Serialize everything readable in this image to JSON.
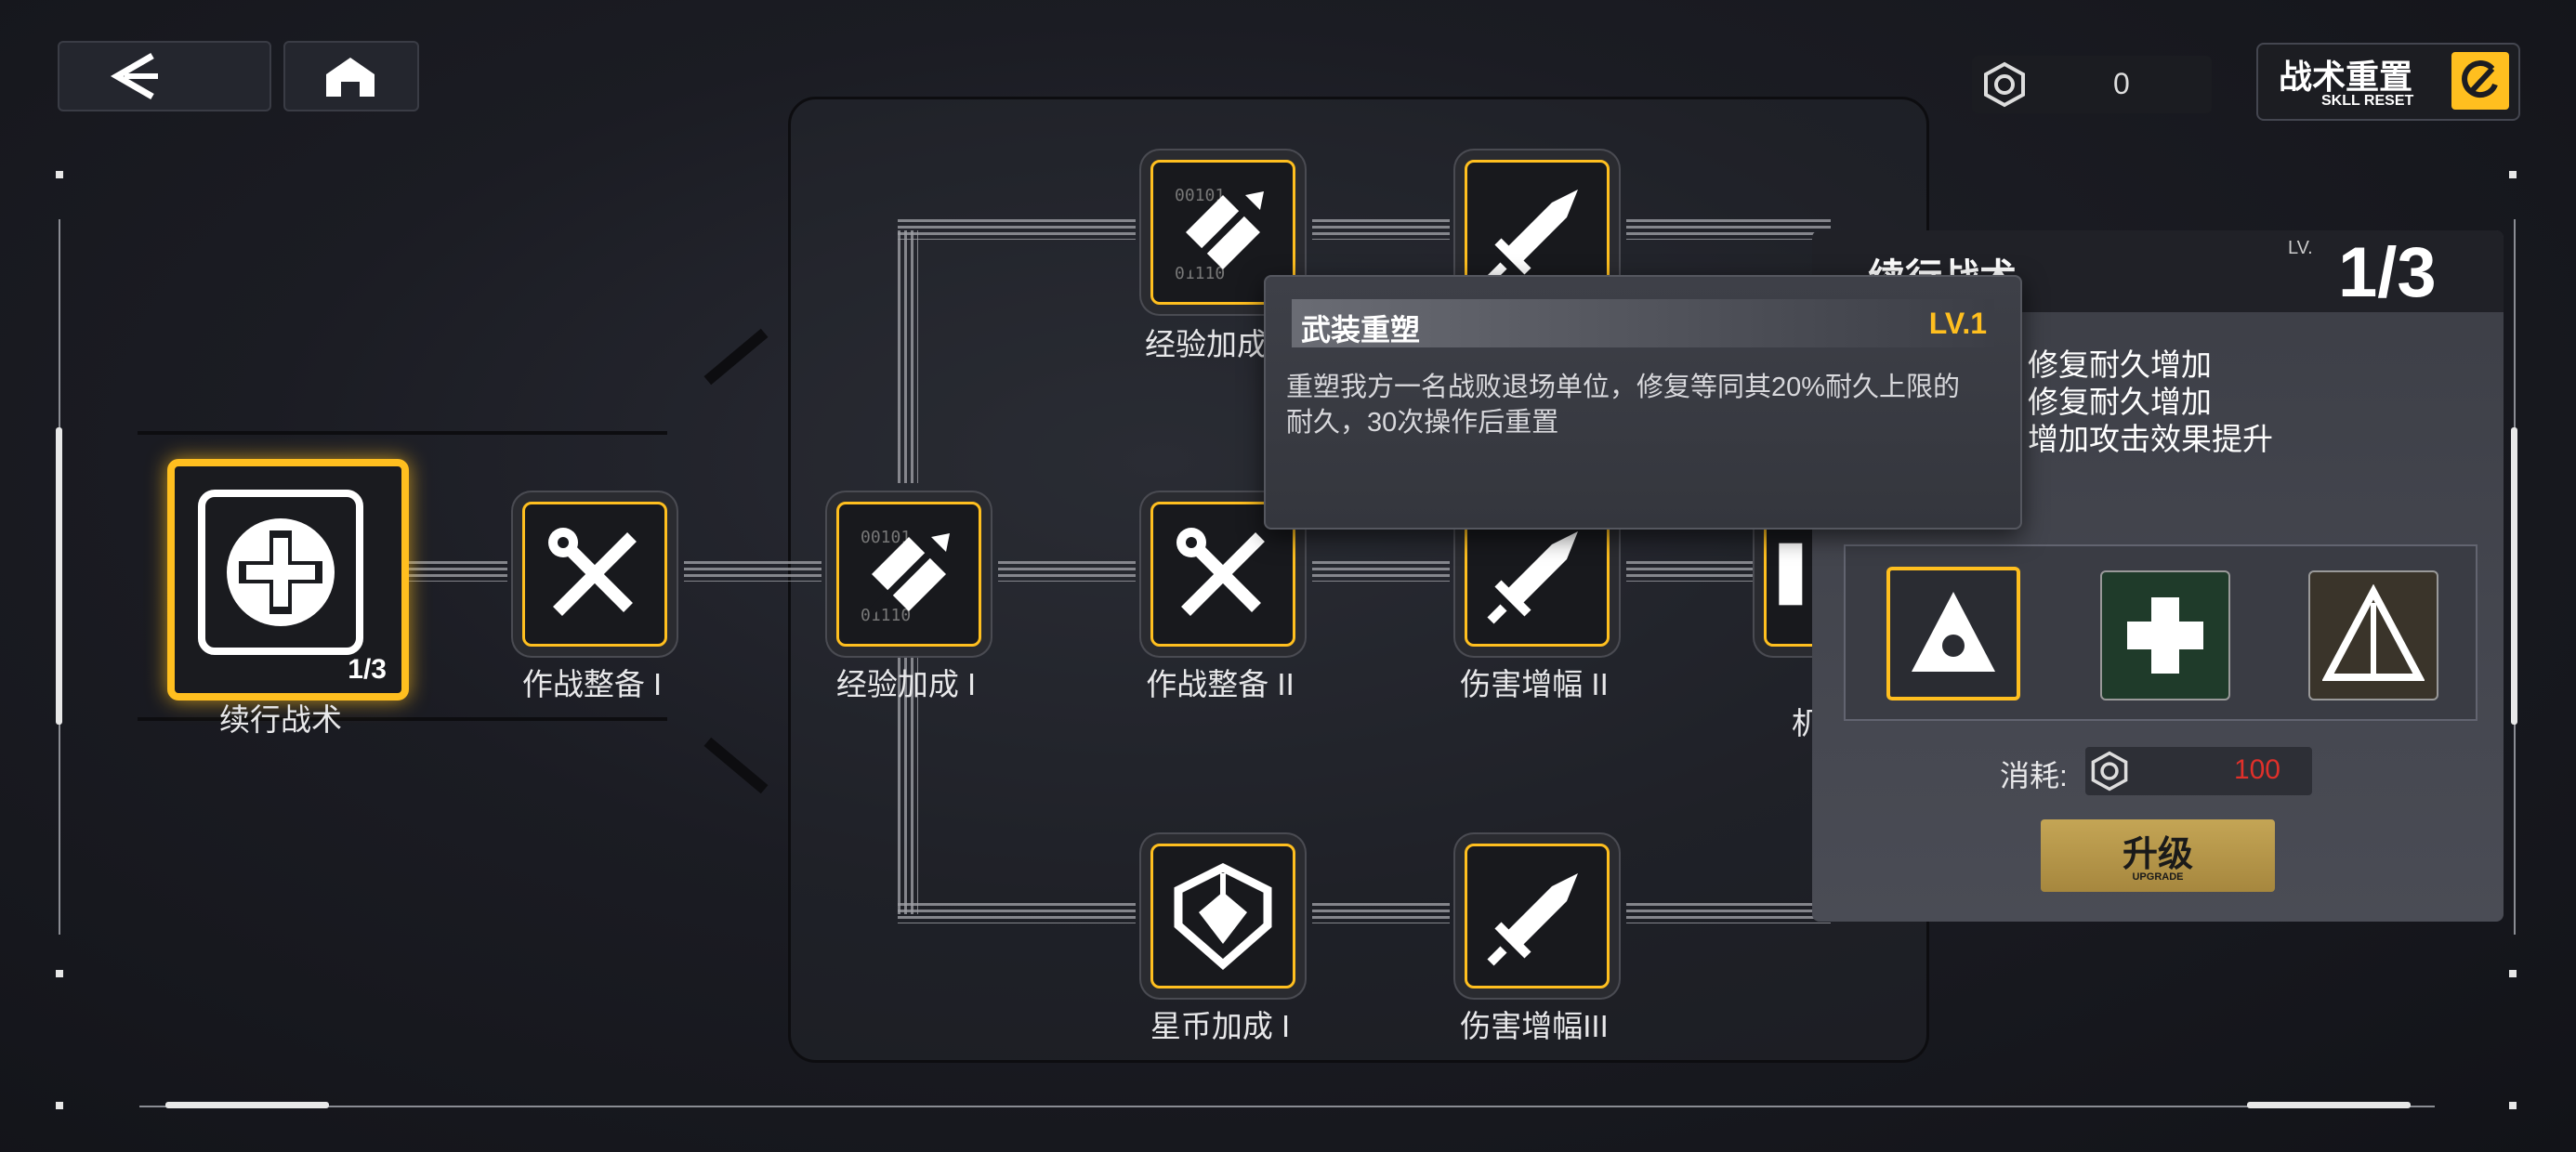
{
  "header": {
    "currency_value": "0",
    "reset_title": "战术重置",
    "reset_subtitle": "SKLL RESET"
  },
  "nodes": [
    {
      "id": "main",
      "label": "续行战术",
      "badge": "1/3",
      "icon": "cross-emblem-icon"
    },
    {
      "id": "prep1",
      "label": "作战整备 I",
      "icon": "wrench-sword-icon"
    },
    {
      "id": "exp1",
      "label": "经验加成 I",
      "icon": "binary-arrow-icon"
    },
    {
      "id": "exp2",
      "label": "经验加成",
      "icon": "binary-arrow-icon"
    },
    {
      "id": "prep2",
      "label": "作战整备 II",
      "icon": "wrench-sword-icon"
    },
    {
      "id": "dmg1",
      "label": "",
      "icon": "sword-icon"
    },
    {
      "id": "dmg2",
      "label": "伤害增幅 II",
      "icon": "sword-icon"
    },
    {
      "id": "coin1",
      "label": "星币加成 I",
      "icon": "shield-star-icon"
    },
    {
      "id": "dmg3",
      "label": "伤害增幅III",
      "icon": "sword-icon"
    },
    {
      "id": "partial",
      "label": "机",
      "icon": "partial-node-icon"
    }
  ],
  "tooltip": {
    "title": "武装重塑",
    "level": "LV.1",
    "description": "重塑我方一名战败退场单位，修复等同其20%耐久上限的耐久，30次操作后重置"
  },
  "detail_panel": {
    "title": "续行战术",
    "lv_label": "LV.",
    "level": "1/3",
    "effects": [
      "修复耐久增加",
      "修复耐久增加",
      "增加攻击效果提升"
    ],
    "cost_label": "消耗:",
    "cost_value": "100",
    "upgrade_label": "升级",
    "upgrade_sub": "UPGRADE"
  },
  "colors": {
    "accent": "#ffbf1f",
    "cost_red": "#e0302a",
    "upgrade_bg": "#b5964a"
  }
}
